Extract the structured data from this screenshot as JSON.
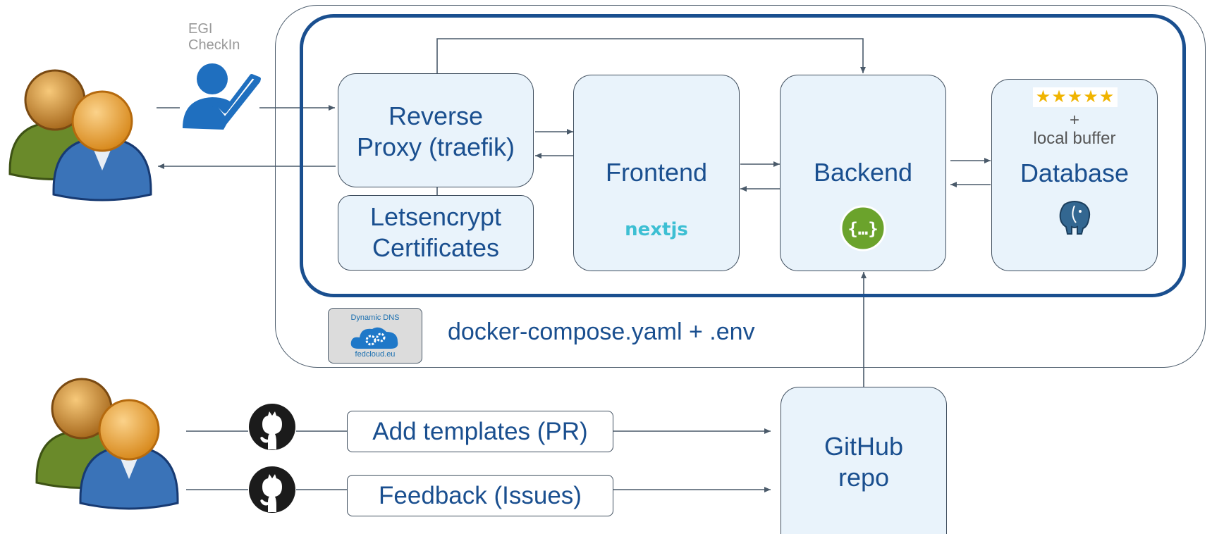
{
  "egi": {
    "line1": "EGI",
    "line2": "CheckIn"
  },
  "components": {
    "proxy": {
      "line1": "Reverse",
      "line2": "Proxy (traefik)"
    },
    "certs": {
      "line1": "Letsencrypt",
      "line2": "Certificates"
    },
    "frontend": {
      "title": "Frontend",
      "logo_text": "nextjs"
    },
    "backend": {
      "title": "Backend",
      "logo_icon": "swagger-icon"
    },
    "database": {
      "stars": "★★★★★",
      "plus": "+",
      "buffer": "local buffer",
      "title": "Database",
      "logo_icon": "postgresql-elephant-icon"
    }
  },
  "ddns": {
    "top": "Dynamic DNS",
    "bottom": "fedcloud.eu",
    "icon": "cloud-gears-icon"
  },
  "compose_label": "docker-compose.yaml + .env",
  "github": {
    "templates_label": "Add templates (PR)",
    "feedback_label": "Feedback (Issues)",
    "repo_line1": "GitHub",
    "repo_line2": "repo"
  },
  "colors": {
    "primary_blue": "#1a4f8f",
    "box_fill": "#e9f3fb",
    "line": "#4a5a6a",
    "nextjs": "#3dbfd3",
    "swagger": "#6ba32c",
    "star": "#f0b400"
  }
}
